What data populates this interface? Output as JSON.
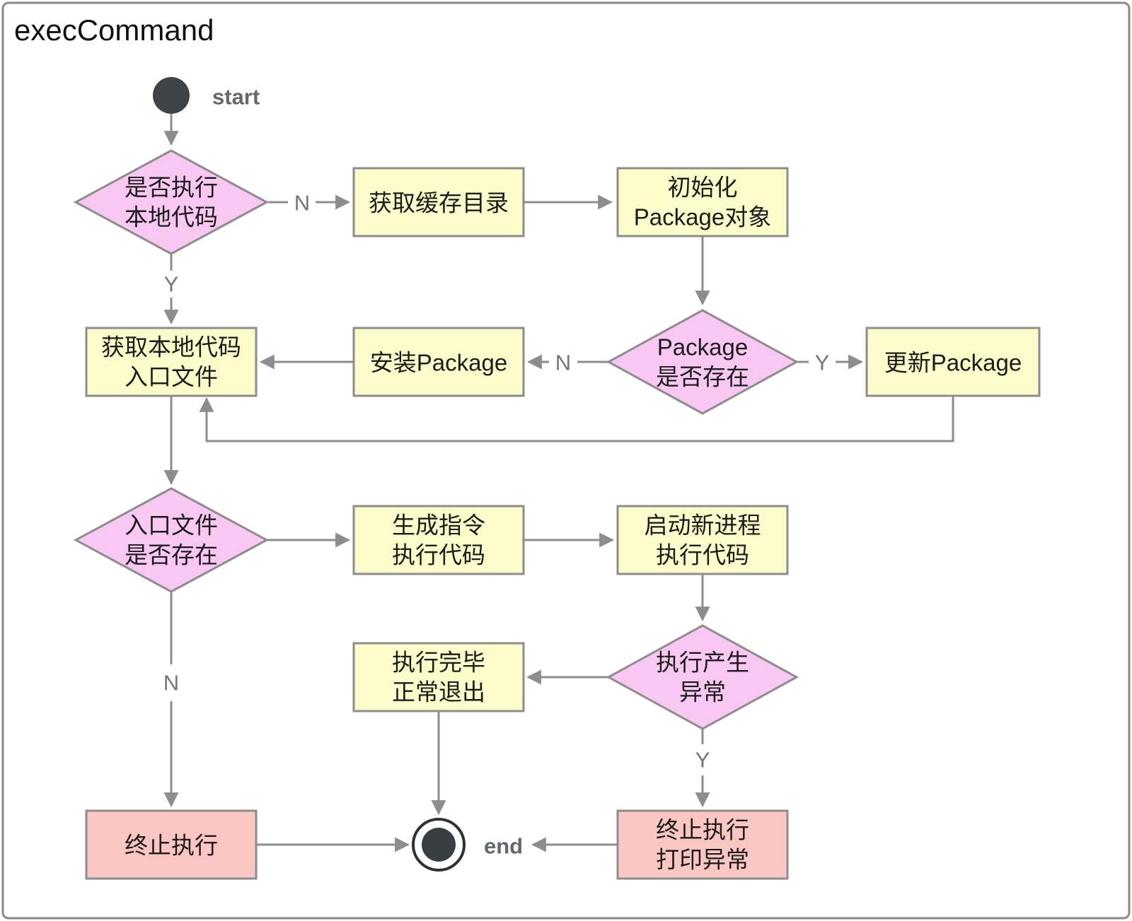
{
  "title": "execCommand",
  "colors": {
    "decision_fill": "#f9c8f2",
    "process_fill": "#fcfbca",
    "terminate_fill": "#f9c6c2",
    "node_border": "#8d8d8d",
    "arrow": "#8d8d8d",
    "start_fill": "#3e4347",
    "end_fill": "#383d42",
    "node_text": "#1c1c1c",
    "endpoint_label_gray": "#63686d",
    "edge_label_gray": "#73777c",
    "frame_border": "#8a8a8a",
    "background": "#ffffff"
  },
  "nodes": {
    "start": {
      "type": "start",
      "label": "start"
    },
    "end": {
      "type": "end",
      "label": "end"
    },
    "check_local": {
      "type": "decision",
      "lines": [
        "是否执行",
        "本地代码"
      ]
    },
    "get_cache_dir": {
      "type": "process",
      "lines": [
        "获取缓存目录"
      ]
    },
    "init_package": {
      "type": "process",
      "lines": [
        "初始化",
        "Package对象"
      ]
    },
    "package_exists": {
      "type": "decision",
      "lines": [
        "Package",
        "是否存在"
      ]
    },
    "update_package": {
      "type": "process",
      "lines": [
        "更新Package"
      ]
    },
    "install_package": {
      "type": "process",
      "lines": [
        "安装Package"
      ]
    },
    "get_entry_file": {
      "type": "process",
      "lines": [
        "获取本地代码",
        "入口文件"
      ]
    },
    "entry_exists": {
      "type": "decision",
      "lines": [
        "入口文件",
        "是否存在"
      ]
    },
    "gen_command": {
      "type": "process",
      "lines": [
        "生成指令",
        "执行代码"
      ]
    },
    "spawn_process": {
      "type": "process",
      "lines": [
        "启动新进程",
        "执行代码"
      ]
    },
    "exec_exception": {
      "type": "decision",
      "lines": [
        "执行产生",
        "异常"
      ]
    },
    "normal_exit": {
      "type": "process",
      "lines": [
        "执行完毕",
        "正常退出"
      ]
    },
    "terminate": {
      "type": "terminate",
      "lines": [
        "终止执行"
      ]
    },
    "terminate_print": {
      "type": "terminate",
      "lines": [
        "终止执行",
        "打印异常"
      ]
    }
  },
  "edges": [
    {
      "from": "start",
      "to": "check_local",
      "label": ""
    },
    {
      "from": "check_local",
      "to": "get_cache_dir",
      "label": "N"
    },
    {
      "from": "get_cache_dir",
      "to": "init_package",
      "label": ""
    },
    {
      "from": "init_package",
      "to": "package_exists",
      "label": ""
    },
    {
      "from": "package_exists",
      "to": "install_package",
      "label": "N"
    },
    {
      "from": "package_exists",
      "to": "update_package",
      "label": "Y"
    },
    {
      "from": "install_package",
      "to": "get_entry_file",
      "label": ""
    },
    {
      "from": "update_package",
      "to": "get_entry_file",
      "label": ""
    },
    {
      "from": "check_local",
      "to": "get_entry_file",
      "label": "Y"
    },
    {
      "from": "get_entry_file",
      "to": "entry_exists",
      "label": ""
    },
    {
      "from": "entry_exists",
      "to": "gen_command",
      "label": ""
    },
    {
      "from": "entry_exists",
      "to": "terminate",
      "label": "N"
    },
    {
      "from": "gen_command",
      "to": "spawn_process",
      "label": ""
    },
    {
      "from": "spawn_process",
      "to": "exec_exception",
      "label": ""
    },
    {
      "from": "exec_exception",
      "to": "normal_exit",
      "label": ""
    },
    {
      "from": "exec_exception",
      "to": "terminate_print",
      "label": "Y"
    },
    {
      "from": "normal_exit",
      "to": "end",
      "label": ""
    },
    {
      "from": "terminate",
      "to": "end",
      "label": ""
    },
    {
      "from": "terminate_print",
      "to": "end",
      "label": ""
    }
  ]
}
